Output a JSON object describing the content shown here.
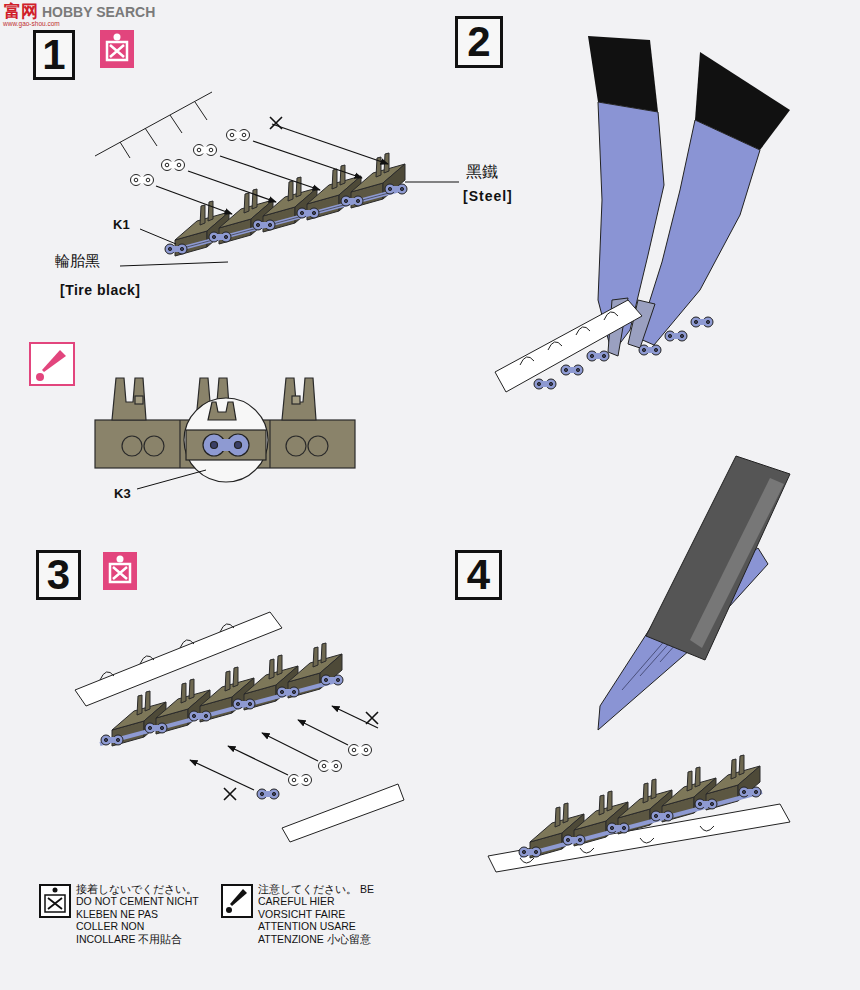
{
  "diagram": {
    "nodes": [
      {
        "text": [
          "1"
        ]
      },
      {
        "text": [
          "2"
        ]
      },
      {
        "text": [
          "3"
        ]
      },
      {
        "text": [
          "4"
        ]
      }
    ],
    "labels": [
      "富网",
      "HOBBY SEARCH",
      "www.gao-shou.com",
      "黑鐵",
      "[Steel]",
      "K1",
      "輪胎黑",
      "[Tire black]",
      "K3"
    ],
    "legend": [
      {
        "text": "接着しないでください。 DO NOT CEMENT NICHT KLEBEN NE PAS COLLER NON INCOLLARE 不用貼合"
      },
      {
        "text": "注意してください。 BE CAREFUL HIER VORSICHT FAIRE ATTENTION USARE ATTENZIONE 小心留意"
      }
    ]
  }
}
